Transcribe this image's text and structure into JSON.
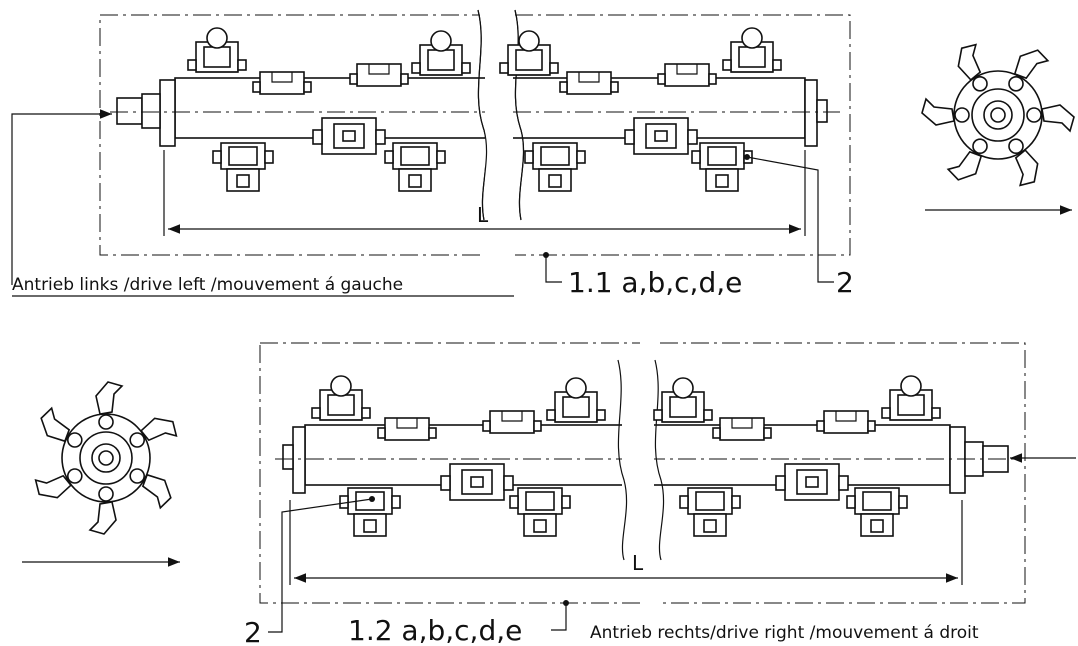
{
  "top_assembly": {
    "drive_label": "Antrieb links /drive left /mouvement á gauche",
    "length_label": "L",
    "part_ref": "1.1 a,b,c,d,e",
    "tool_ref": "2"
  },
  "bottom_assembly": {
    "drive_label": "Antrieb rechts/drive right /mouvement á droit",
    "length_label": "L",
    "part_ref": "1.2 a,b,c,d,e",
    "tool_ref": "2"
  },
  "icons": [
    "rotor-end-view-icon",
    "arrow-right-icon",
    "arrow-left-icon"
  ]
}
